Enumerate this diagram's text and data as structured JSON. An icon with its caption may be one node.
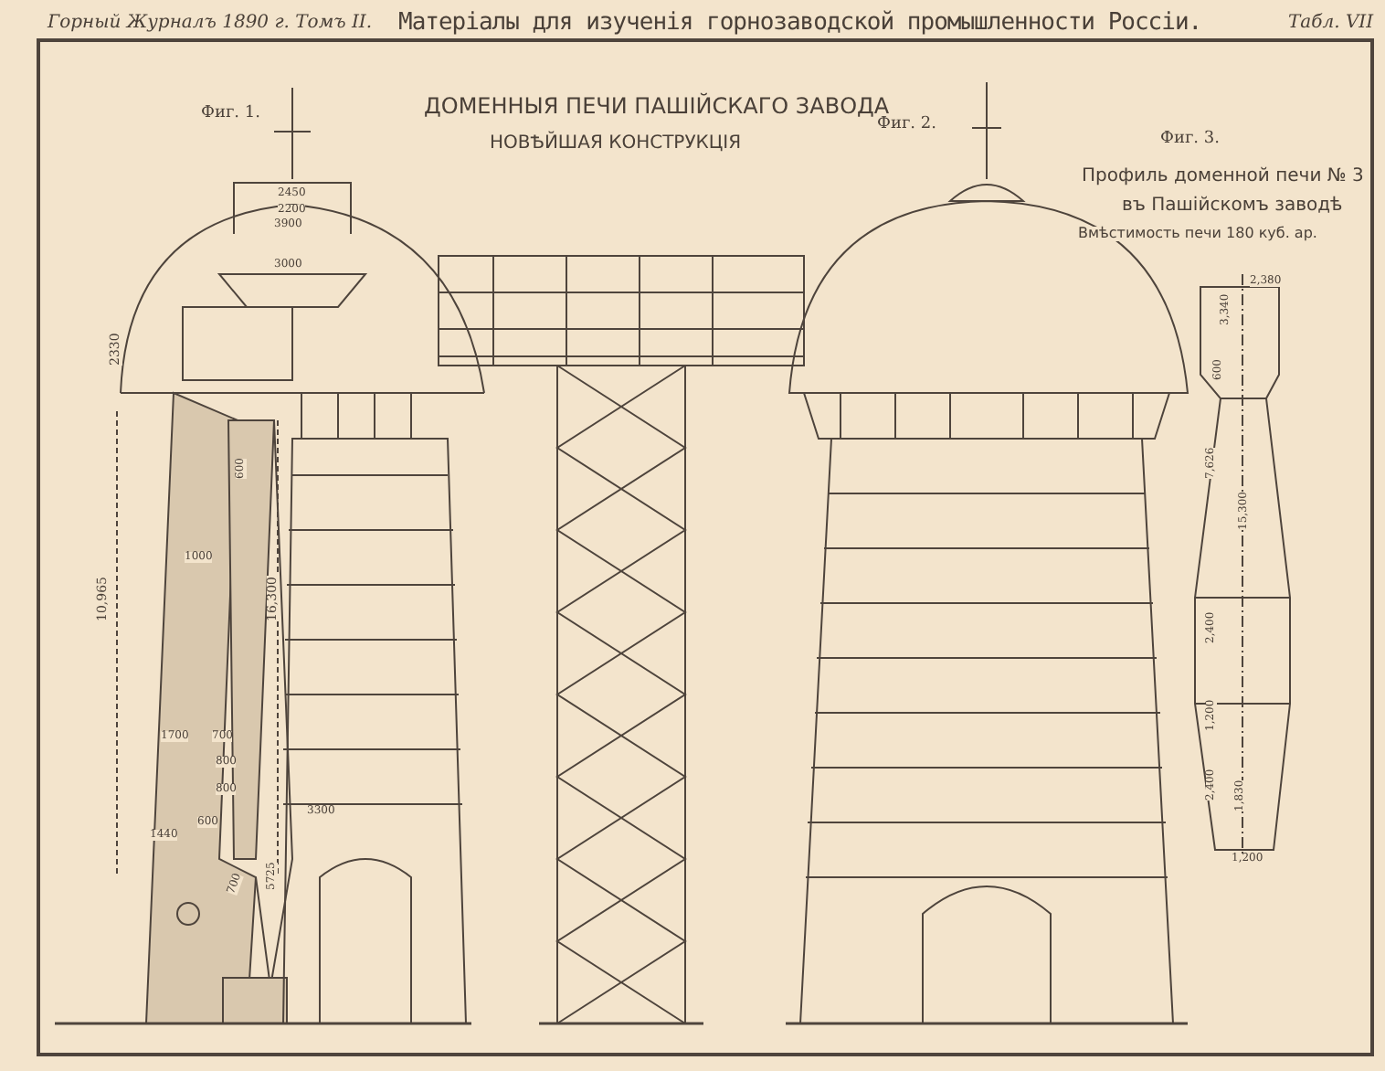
{
  "diagram": {
    "title": "Матеріалы для изученія горнозаводской промышленности Россіи.",
    "labels": [
      "Горный Журналъ 1890 г. Томъ II.",
      "Табл. VII",
      "ДОМЕННЫЯ ПЕЧИ ПАШІЙСКАГО ЗАВОДА",
      "НОВѢЙШАЯ КОНСТРУКЦІЯ",
      "Фиг. 1.",
      "Фиг. 2.",
      "Фиг. 3.",
      "Профиль доменной печи № 3",
      "въ Пашійскомъ заводѣ",
      "Вмѣстимость печи 180 куб. ар.",
      "2450",
      "2200",
      "3900",
      "3000",
      "2330",
      "10,965",
      "16,300",
      "1000",
      "600",
      "1700",
      "700",
      "800",
      "800",
      "600",
      "1440",
      "3300",
      "700",
      "5725",
      "2,380",
      "3,340",
      "600",
      "7,626",
      "15,300",
      "2,400",
      "1,200",
      "2,400",
      "1,830",
      "1,200"
    ]
  }
}
